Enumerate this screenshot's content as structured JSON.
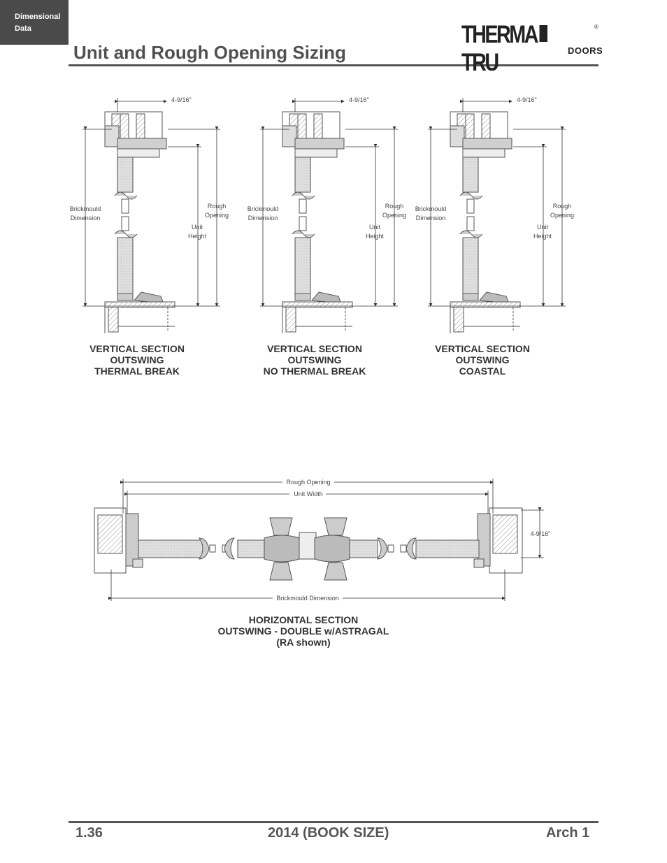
{
  "header": {
    "tab_line1": "Dimensional",
    "tab_line2": "Data",
    "title": "Unit and Rough Opening Sizing",
    "logo_main_left": "THERMA",
    "logo_main_right": "TRU",
    "logo_reg": "®",
    "logo_sub": "DOORS"
  },
  "dims": {
    "brick_1": "Brickmould",
    "brick_2": "Dimension",
    "rough_1": "Rough",
    "rough_2": "Opening",
    "unit_1": "Unit",
    "unit_2": "Height",
    "offset": "4-9/16\"",
    "rough_opening": "Rough Opening",
    "unit_width": "Unit Width",
    "brickmould_dimension": "Brickmould Dimension"
  },
  "sections": [
    {
      "line1": "VERTICAL SECTION",
      "line2": "OUTSWING",
      "line3": "THERMAL BREAK"
    },
    {
      "line1": "VERTICAL SECTION",
      "line2": "OUTSWING",
      "line3": "NO THERMAL BREAK"
    },
    {
      "line1": "VERTICAL SECTION",
      "line2": "OUTSWING",
      "line3": "COASTAL"
    }
  ],
  "horizontal": {
    "line1": "HORIZONTAL SECTION",
    "line2": "OUTSWING - DOUBLE w/ASTRAGAL",
    "line3": "(RA shown)"
  },
  "footer": {
    "page": "1.36",
    "edition": "2014 (BOOK SIZE)",
    "series": "Arch 1"
  },
  "colors": {
    "rule": "#555555",
    "tab_bg": "#4a4a4a",
    "title": "#505050"
  }
}
